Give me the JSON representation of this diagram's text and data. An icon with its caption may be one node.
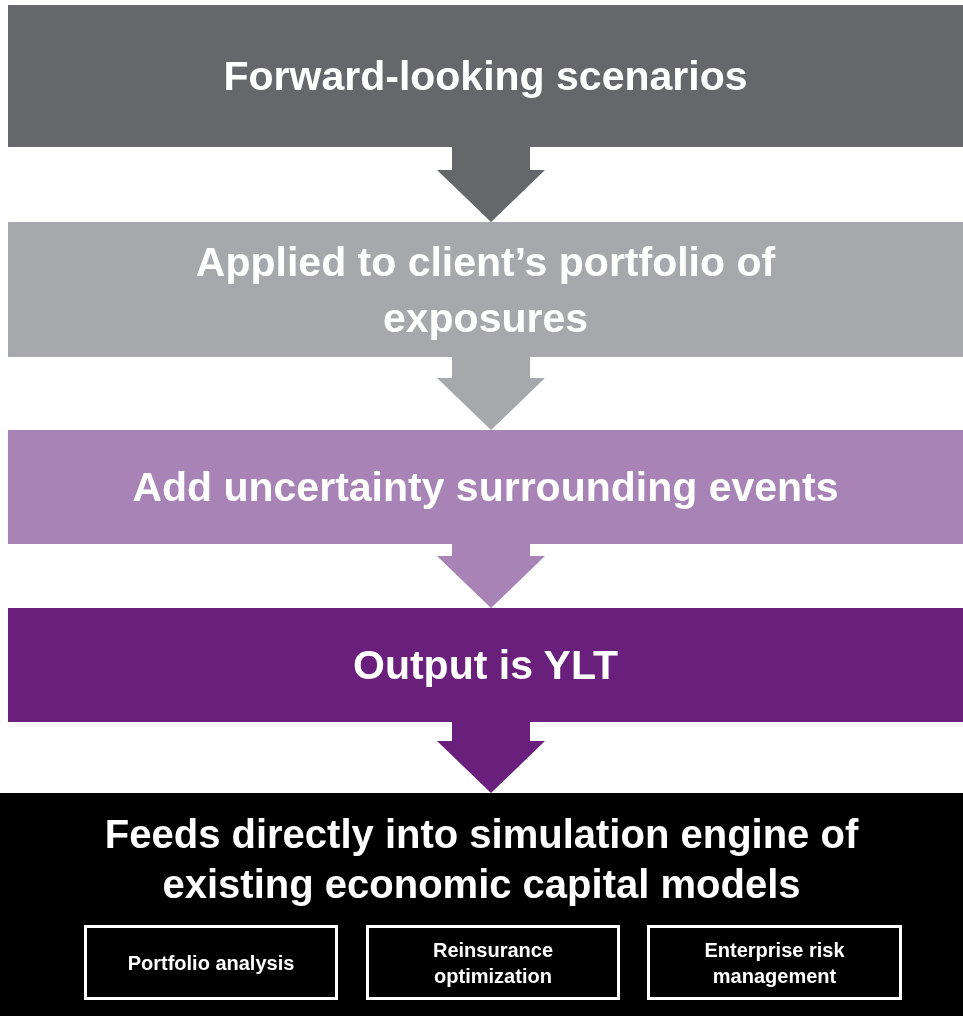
{
  "diagram": {
    "nodes": [
      {
        "text": [
          "Forward-looking scenarios"
        ]
      },
      {
        "text": [
          "Applied to client’s portfolio of exposures"
        ]
      },
      {
        "text": [
          "Add uncertainty surrounding events"
        ]
      },
      {
        "text": [
          "Output is YLT"
        ]
      },
      {
        "text": [
          "Feeds directly into simulation engine of existing economic capital models"
        ]
      },
      {
        "text": [
          "Portfolio analysis"
        ],
        "in": 4
      },
      {
        "text": [
          "Reinsurance optimization"
        ],
        "in": 4
      },
      {
        "text": [
          "Enterprise risk management"
        ],
        "in": 4
      }
    ],
    "edges": [
      {
        "from": 0,
        "to": 1,
        "arrow": "to",
        "color": "#65676b"
      },
      {
        "from": 1,
        "to": 2,
        "arrow": "to",
        "color": "#a7a8ab"
      },
      {
        "from": 2,
        "to": 3,
        "arrow": "to",
        "color": "#a783b6"
      },
      {
        "from": 3,
        "to": 4,
        "arrow": "to",
        "color": "#6b1f7c"
      }
    ]
  }
}
